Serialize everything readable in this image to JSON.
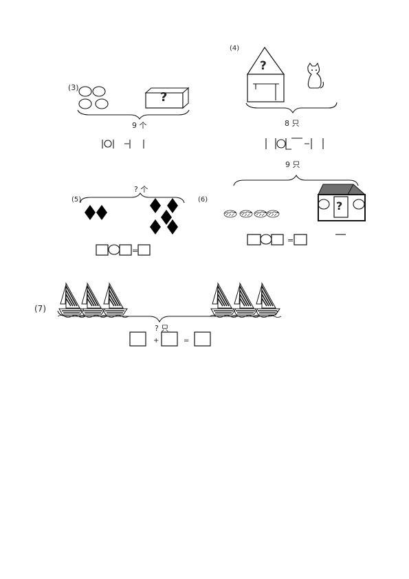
{
  "problems": [
    {
      "number": "(3)",
      "total": "9 个",
      "equation_ops": [],
      "unknown": "?"
    },
    {
      "number": "(4)",
      "total": "8 只",
      "unknown": "?"
    },
    {
      "number": "(5)",
      "total": "? 个",
      "equation_ops": [
        "="
      ]
    },
    {
      "number": "(6)",
      "total": "9 只",
      "unknown": "?",
      "equation_ops": [
        "="
      ]
    },
    {
      "number": "(7)",
      "total": "? 只",
      "equation_ops": [
        "+",
        "="
      ]
    }
  ]
}
